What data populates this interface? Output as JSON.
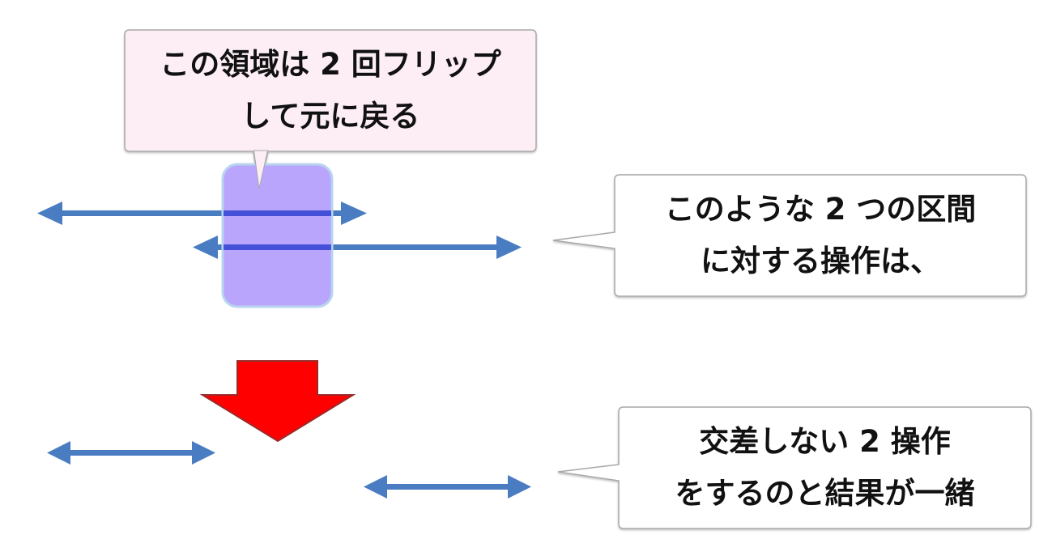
{
  "colors": {
    "interval_arrow": "#4a7cc2",
    "overlap_region_fill": "#b9a6fc",
    "overlap_region_border": "#b8d4ee",
    "overlap_arrow_tint": "#4450d8",
    "down_arrow_fill": "#ff0000",
    "down_arrow_stroke": "#9b2a2a",
    "callout_top_fill": "#fdeef6",
    "callout_fill": "#ffffff",
    "callout_border": "#a8a8a8",
    "text": "#111111"
  },
  "callouts": {
    "top": {
      "lines": [
        "この領域は 2 回フリップ",
        "して元に戻る"
      ]
    },
    "right_upper": {
      "lines": [
        "このような 2 つの区間",
        "に対する操作は、"
      ]
    },
    "right_lower": {
      "lines": [
        "交差しない 2 操作",
        "をするのと結果が一緒"
      ]
    }
  },
  "diagram": {
    "before": {
      "intervals": [
        {
          "name": "interval-a",
          "direction": "bidirectional"
        },
        {
          "name": "interval-b",
          "direction": "bidirectional"
        }
      ],
      "overlap_label": "flipped twice region"
    },
    "transition": {
      "icon": "down-arrow-icon"
    },
    "after": {
      "intervals": [
        {
          "name": "interval-left-only",
          "direction": "bidirectional"
        },
        {
          "name": "interval-right-only",
          "direction": "bidirectional"
        }
      ]
    }
  }
}
